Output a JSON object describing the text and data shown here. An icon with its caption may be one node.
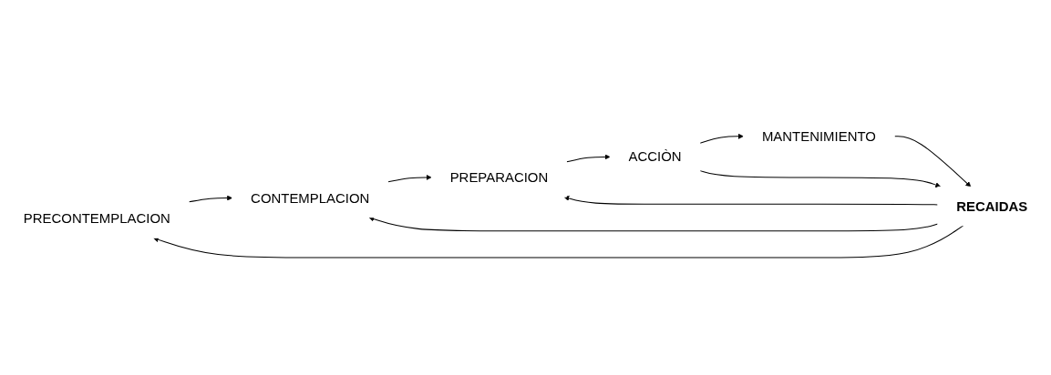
{
  "diagram": {
    "nodes": [
      {
        "text": [
          "PRECONTEMPLACION"
        ]
      },
      {
        "text": [
          "CONTEMPLACION"
        ]
      },
      {
        "text": [
          "PREPARACION"
        ]
      },
      {
        "text": [
          "RECAIDAS"
        ]
      },
      {
        "text": [
          "MANTENIMIENTO"
        ]
      },
      {
        "text": [
          "ACCIÒN"
        ]
      }
    ],
    "edges": [
      {
        "from": 0,
        "to": 1,
        "arrow": "to"
      },
      {
        "from": 1,
        "to": 2,
        "arrow": "to"
      },
      {
        "from": 2,
        "to": 5,
        "arrow": "to"
      },
      {
        "from": 5,
        "to": 4,
        "arrow": "to"
      },
      {
        "from": 4,
        "to": 3,
        "arrow": "to"
      },
      {
        "from": 3,
        "to": 0,
        "arrow": "to"
      },
      {
        "from": 3,
        "to": 1,
        "arrow": "to"
      },
      {
        "from": 3,
        "to": 2,
        "arrow": "to"
      },
      {
        "from": 5,
        "to": 3,
        "arrow": "to"
      }
    ]
  }
}
